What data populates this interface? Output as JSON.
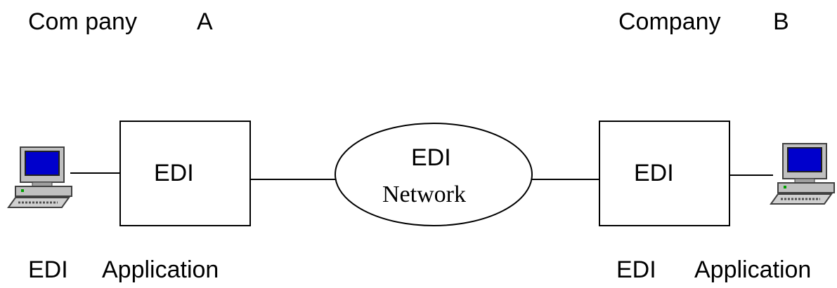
{
  "diagram": {
    "company_a": {
      "label": "Com pany",
      "letter": "A"
    },
    "company_b": {
      "label": "Company",
      "letter": "B"
    },
    "box_a": {
      "label": "EDI"
    },
    "box_b": {
      "label": "EDI"
    },
    "network": {
      "line1": "EDI",
      "line2": "Network"
    },
    "app_a": {
      "edi": "EDI",
      "application": "Application"
    },
    "app_b": {
      "edi": "EDI",
      "application": "Application"
    },
    "icons": {
      "computer_a": "desktop-computer-icon",
      "computer_b": "desktop-computer-icon"
    },
    "colors": {
      "screen": "#0000cc",
      "computer_body": "#c0c0c0",
      "line": "#000000"
    }
  }
}
